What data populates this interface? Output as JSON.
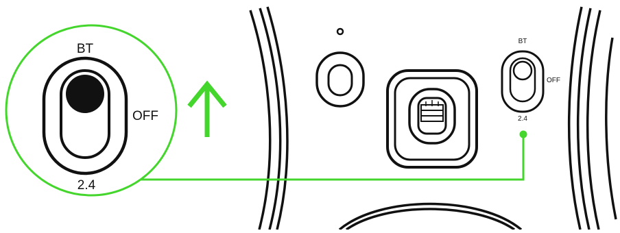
{
  "colors": {
    "accent": "#44d62c",
    "ink": "#111111",
    "background": "#ffffff"
  },
  "zoom_callout": {
    "top_label": "BT",
    "right_label": "OFF",
    "bottom_label": "2.4",
    "selected_position": "BT"
  },
  "device_switch": {
    "top_label": "BT",
    "right_label": "OFF",
    "bottom_label": "2.4"
  },
  "icons": [
    "up-arrow-icon",
    "led-indicator-icon",
    "sensor-icon",
    "mode-button-icon",
    "callout-connector-dot-icon"
  ]
}
